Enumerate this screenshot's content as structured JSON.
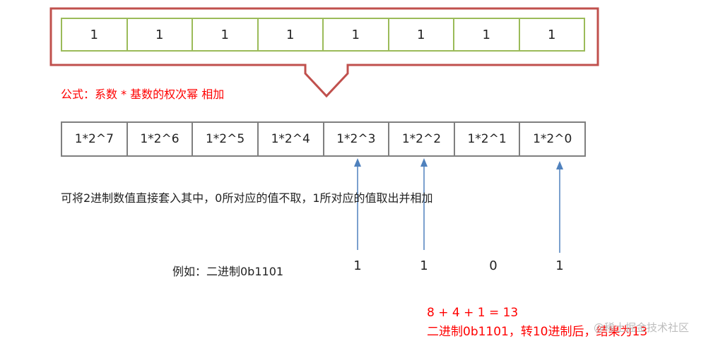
{
  "colors": {
    "frame": "#c0504d",
    "bit_border": "#9bbb59",
    "power_border": "#7f7f7f",
    "arrow": "#4f81bd",
    "highlight_text": "#ff0000"
  },
  "binary_bits": [
    "1",
    "1",
    "1",
    "1",
    "1",
    "1",
    "1",
    "1"
  ],
  "formula_title": "公式：系数 * 基数的权次幂 相加",
  "powers": [
    "1*2^7",
    "1*2^6",
    "1*2^5",
    "1*2^4",
    "1*2^3",
    "1*2^2",
    "1*2^1",
    "1*2^0"
  ],
  "explanation": "可将2进制数值直接套入其中，0所对应的值不取，1所对应的值取出并相加",
  "example": {
    "label": "例如：二进制0b1101",
    "bits": [
      "1",
      "1",
      "0",
      "1"
    ]
  },
  "result": {
    "sum": "8 + 4 + 1 = 13",
    "text": "二进制0b1101，转10进制后，结果为13"
  },
  "watermark": "@稀土掘金技术社区"
}
